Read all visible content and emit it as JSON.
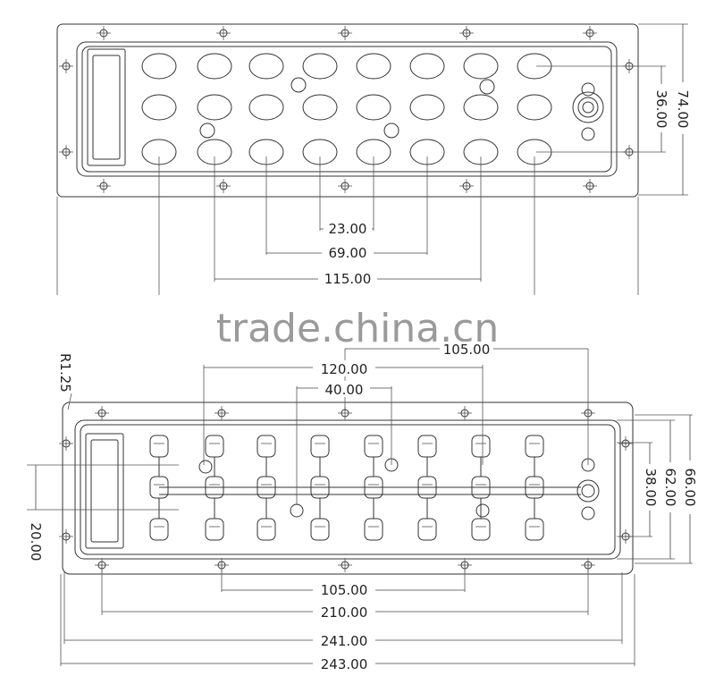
{
  "watermark": "trade.china.cn",
  "top_view": {
    "dims_horizontal": [
      "23.00",
      "69.00",
      "115.00"
    ],
    "dims_vertical": [
      "74.00",
      "36.00"
    ]
  },
  "bottom_view": {
    "radius_label": "R1.25",
    "dims_top": [
      "105.00",
      "120.00",
      "40.00"
    ],
    "dims_bottom": [
      "105.00",
      "210.00",
      "241.00",
      "243.00"
    ],
    "dims_right": [
      "66.00",
      "62.00",
      "38.00"
    ],
    "dims_left": [
      "20.00"
    ]
  }
}
